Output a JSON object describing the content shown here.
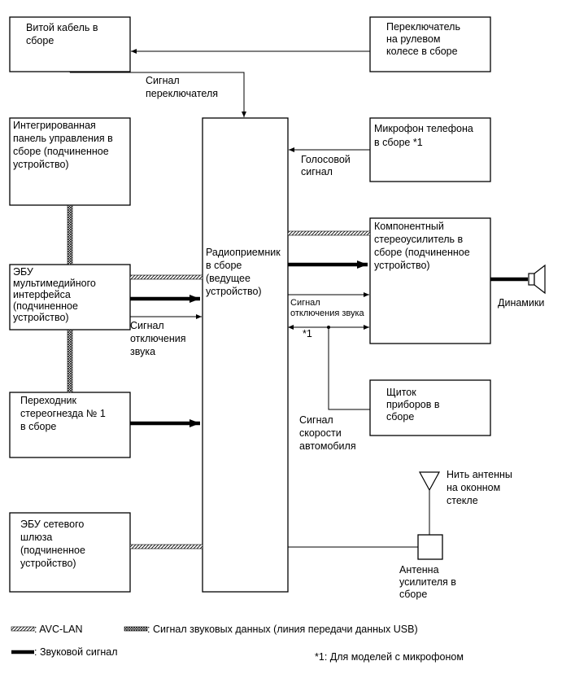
{
  "boxes": {
    "spiral_cable": [
      "Витой кабель в",
      "сборе"
    ],
    "steering_switch": [
      "Переключатель",
      "на рулевом",
      "колесе в сборе"
    ],
    "integrated_panel": [
      "Интегрированная",
      "панель управления в",
      "сборе (подчиненное",
      "устройство)"
    ],
    "phone_mic": [
      "Микрофон телефона",
      "в сборе   *1"
    ],
    "radio": [
      "Радиоприемник",
      "в сборе",
      "(ведущее",
      "устройство)"
    ],
    "multimedia_ecu": [
      "ЭБУ",
      "мультимедийного",
      "интерфейса",
      "(подчиненное",
      "устройство)"
    ],
    "stereo_amp": [
      "Компонентный",
      "стереоусилитель в",
      "сборе (подчиненное",
      "устройство)"
    ],
    "stereo_jack": [
      "Переходник",
      "стереогнезда № 1",
      "в сборе"
    ],
    "combination_meter": [
      "Щиток",
      "приборов в",
      "сборе"
    ],
    "gateway_ecu": [
      "ЭБУ сетевого",
      "шлюза",
      "(подчиненное",
      "устройство)"
    ],
    "antenna_amp": [
      "Антенна",
      "усилителя в",
      "сборе"
    ]
  },
  "labels": {
    "switch_signal": [
      "Сигнал",
      "переключателя"
    ],
    "voice_signal": [
      "Голосовой",
      "сигнал"
    ],
    "mute_left": [
      "Сигнал",
      "отключения",
      "звука"
    ],
    "mute_right": [
      "Сигнал",
      "отключения звука"
    ],
    "star1": "*1",
    "speakers": "Динамики",
    "vehicle_speed": [
      "Сигнал",
      "скорости",
      "автомобиля"
    ],
    "antenna_wire": [
      "Нить антенны",
      "на оконном",
      "стекле"
    ]
  },
  "legend": {
    "avc_lan": ": AVC-LAN",
    "usb_audio": ": Сигнал звуковых данных (линия передачи данных USB)",
    "audio_signal": ": Звуковой сигнал",
    "footnote": "*1: Для моделей с микрофоном"
  }
}
